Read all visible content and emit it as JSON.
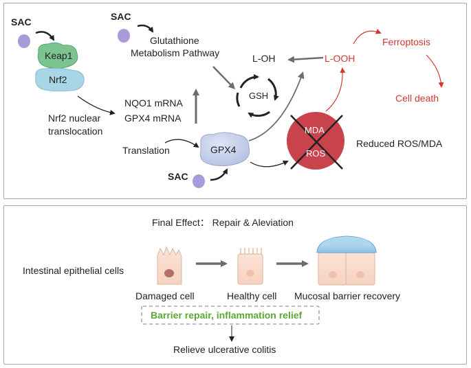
{
  "top": {
    "sac1": "SAC",
    "sac2": "SAC",
    "sac3": "SAC",
    "keap1": "Keap1",
    "nrf2": "Nrf2",
    "nuclear_line1": "Nrf2 nuclear",
    "nuclear_line2": "translocation",
    "glutathione_line1": "Glutathione",
    "glutathione_line2": "Metabolism Pathway",
    "loh": "L-OH",
    "looh": "L-OOH",
    "ferroptosis": "Ferroptosis",
    "cell_death": "Cell death",
    "gsh": "GSH",
    "nqo1": "NQO1 mRNA",
    "gpx4_mrna": "GPX4 mRNA",
    "translation": "Translation",
    "gpx4": "GPX4",
    "mda": "MDA",
    "ros": "ROS",
    "reduced": "Reduced ROS/MDA"
  },
  "bottom": {
    "final_effect": "Final Effect： Repair & Aleviation",
    "intestinal": "Intestinal epithelial cells",
    "damaged": "Damaged cell",
    "healthy": "Healthy cell",
    "mucosal": "Mucosal barrier recovery",
    "barrier": "Barrier repair, inflammation relief",
    "relieve": "Relieve ulcerative colitis"
  },
  "colors": {
    "sac": "#a99bd9",
    "keap1": "#7cc48f",
    "nrf2": "#a9d6e7",
    "ros_circle": "#c8434b",
    "red_text": "#d0392f",
    "green_text": "#5aa832"
  }
}
